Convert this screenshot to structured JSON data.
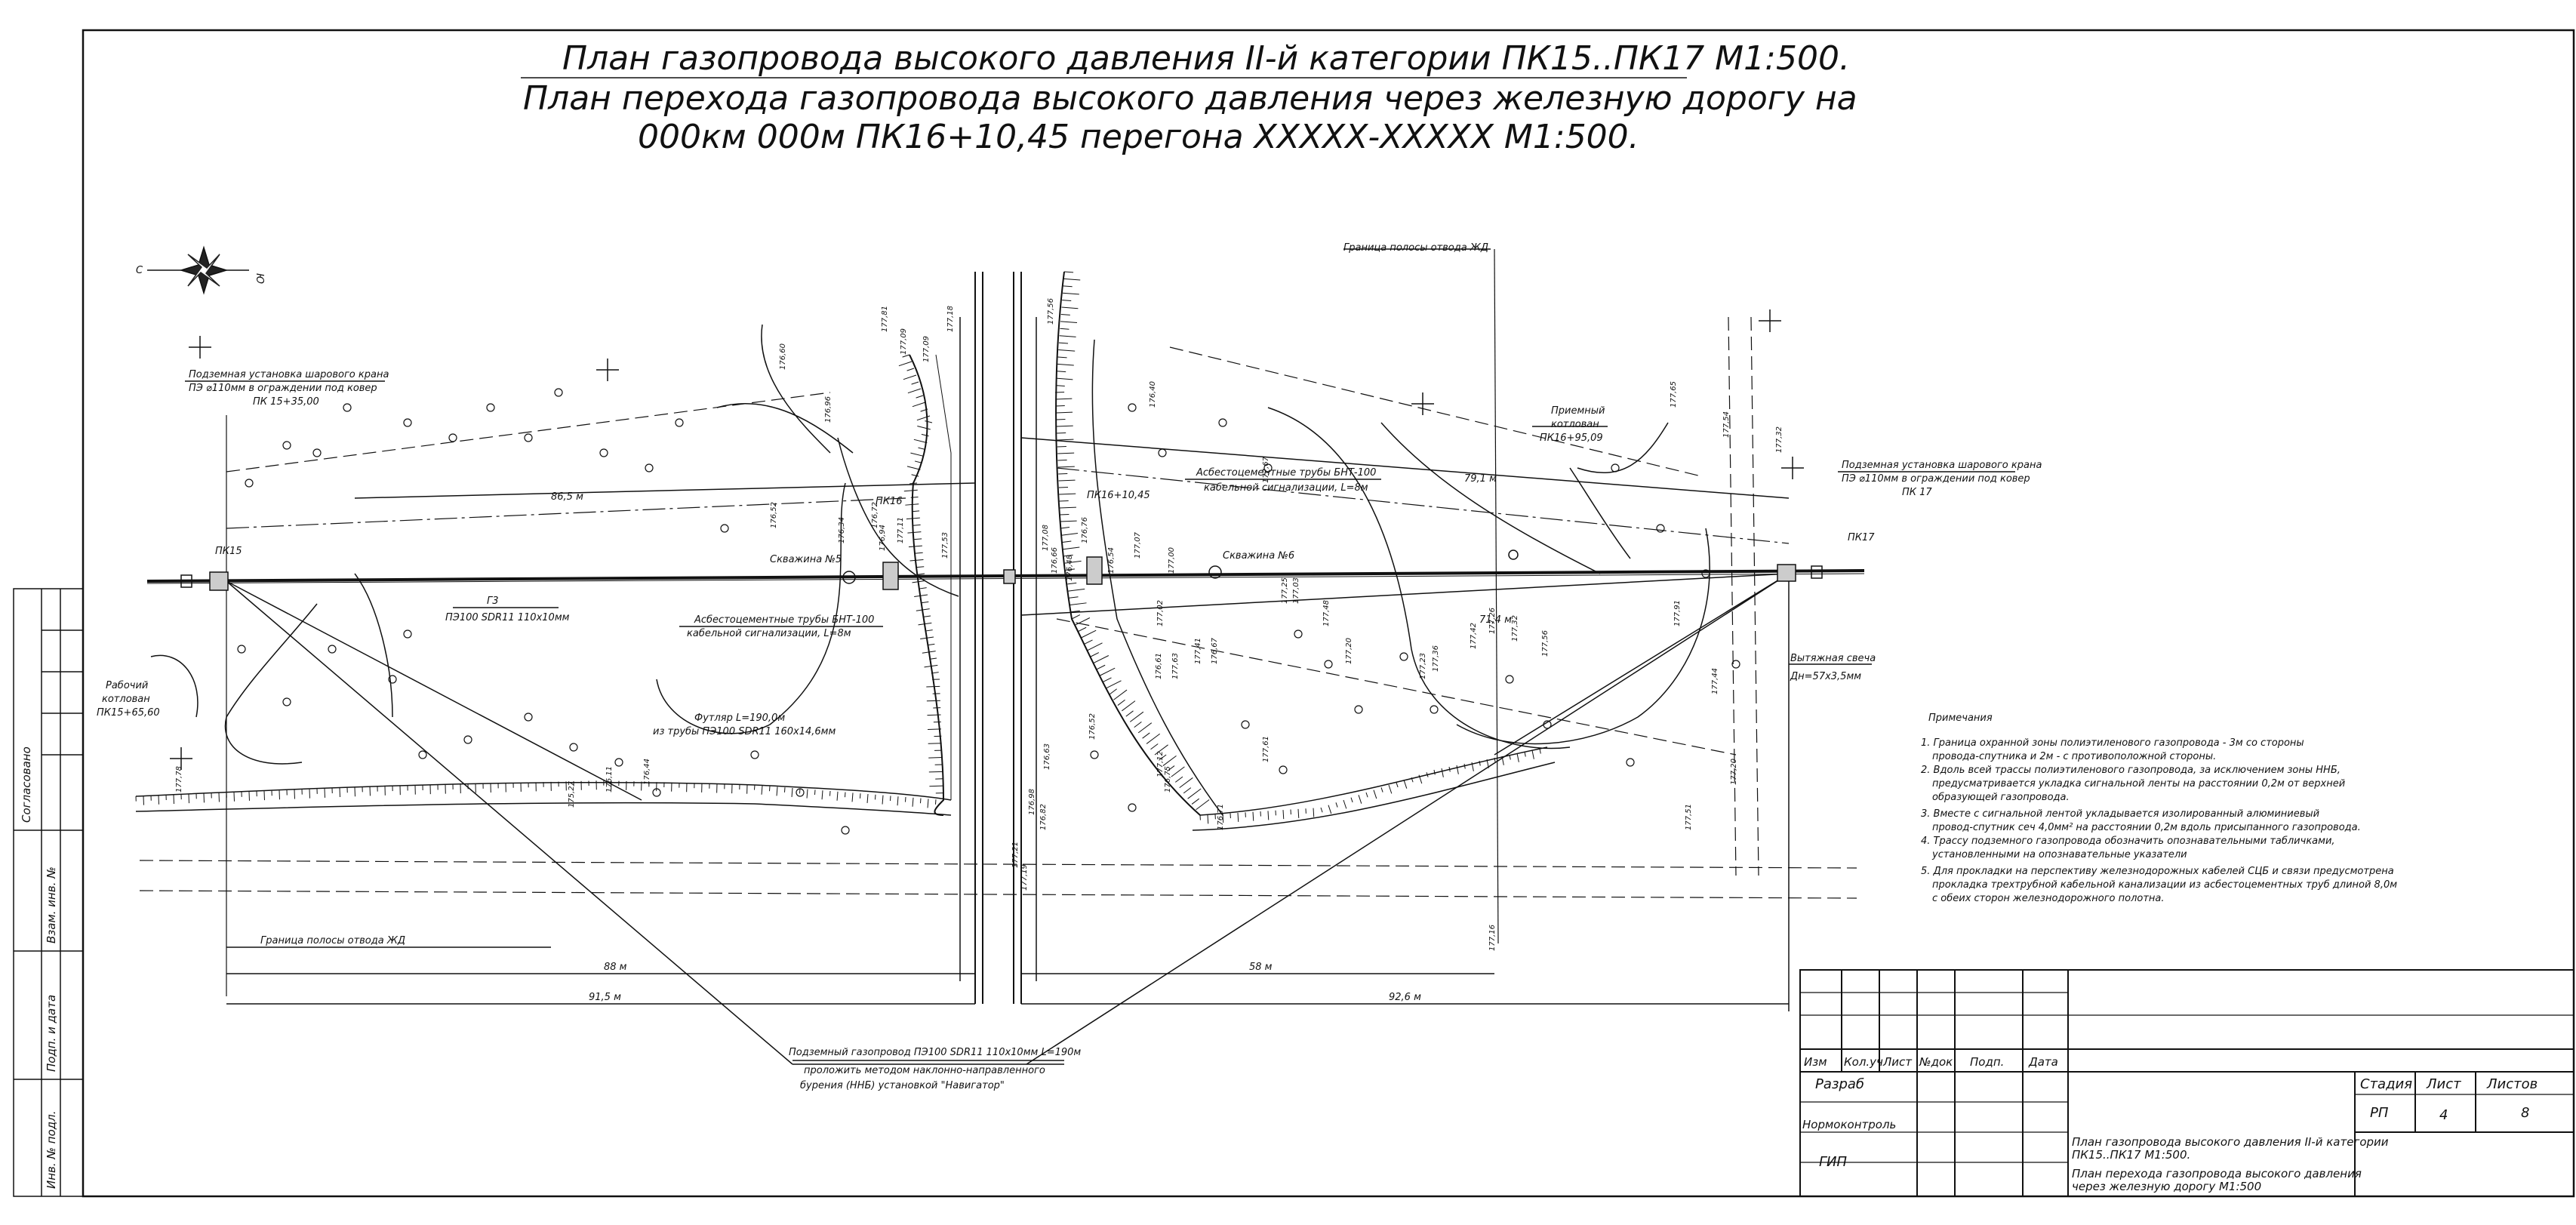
{
  "title": {
    "line1": "План газопровода высокого давления II-й категории ПК15..ПК17   М1:500.",
    "line2": "План перехода газопровода высокого давления через железную дорогу на",
    "line3": "000км 000м ПК16+10,45 перегона ХХХХХ-ХХХХХ М1:500."
  },
  "compass": {
    "left": "С",
    "right": "Ю"
  },
  "labels": {
    "border_top": "Граница полосы отвода ЖД",
    "border_bottom": "Граница полосы отвода ЖД",
    "valve_left_1": "Подземная установка шарового крана",
    "valve_left_2": "ПЭ  ⌀110мм в ограждении под ковер",
    "valve_left_3": "ПК 15+35,00",
    "valve_right_1": "Подземная установка шарового крана",
    "valve_right_2": "ПЭ  ⌀110мм в ограждении под ковер",
    "valve_right_3": "ПК 17",
    "pk15": "ПК15",
    "pk16": "ПК16",
    "pk17": "ПК17",
    "pk16_1045": "ПК16+10,45",
    "pit_work_1": "Рабочий",
    "pit_work_2": "котлован",
    "pit_work_3": "ПК15+65,60",
    "pit_recv_1": "Приемный",
    "pit_recv_2": "котлован",
    "pit_recv_3": "ПК16+95,09",
    "well5": "Скважина №5",
    "well6": "Скважина №6",
    "g3": "Г3",
    "g3_pipe": "ПЭ100 SDR11 110х10мм",
    "asb_left_1": "Асбестоцементные трубы БНТ-100",
    "asb_left_2": "кабельной сигнализации, L=8м",
    "asb_right_1": "Асбестоцементные трубы БНТ-100",
    "asb_right_2": "кабельной сигнализации, L=8м",
    "case_1": "Футляр L=190,0м",
    "case_2": "из трубы ПЭ100 SDR11 160х14,6мм",
    "vent_1": "Вытяжная свеча",
    "vent_2": "Дн=57х3,5мм",
    "d865": "86,5 м",
    "d791": "79,1 м",
    "d714": "71,4 м",
    "d88": "88 м",
    "d58": "58 м",
    "d915": "91,5 м",
    "d926": "92,6 м",
    "bore_1": "Подземный газопровод ПЭ100 SDR11 110х10мм  L=190м",
    "bore_2": "проложить методом наклонно-направленного",
    "bore_3": "бурения (ННБ) установкой \"Навигатор\""
  },
  "notes": {
    "title": "Примечания",
    "items": [
      "1. Граница охранной зоны полиэтиленового газопровода - 3м со стороны",
      "провода-спутника и 2м - с противоположной стороны.",
      "2. Вдоль всей трассы полиэтиленового газопровода, за исключением зоны ННБ,",
      "предусматривается укладка сигнальной ленты на расстоянии 0,2м от верхней",
      "образующей газопровода.",
      "3. Вместе с сигнальной лентой укладывается изолированный алюминиевый",
      "провод-спутник сеч 4,0мм² на расстоянии 0,2м вдоль присыпанного газопровода.",
      "4. Трассу подземного газопровода обозначить опознавательными табличками,",
      "установленными на опознавательные указатели",
      "5. Для прокладки на перспективу железнодорожных кабелей СЦБ и связи предусмотрена",
      "прокладка трехтрубной кабельной канализации из асбестоцементных труб длиной 8,0м",
      "с обеих сторон железнодорожного полотна."
    ]
  },
  "elevations": [
    "176,60",
    "176,96",
    "177,81",
    "177,09",
    "177,09",
    "177,18",
    "177,56",
    "176,52",
    "176,34",
    "176,72",
    "176,94",
    "177,11",
    "177,53",
    "177,08",
    "176,66",
    "176,48",
    "176,76",
    "176,54",
    "177,07",
    "176,40",
    "177,00",
    "177,02",
    "176,61",
    "177,63",
    "177,41",
    "176,67",
    "177,67",
    "177,25",
    "177,03",
    "177,48",
    "177,20",
    "177,23",
    "177,36",
    "177,42",
    "177,26",
    "177,32",
    "177,56",
    "177,65",
    "177,54",
    "177,32",
    "177,91",
    "177,44",
    "177,20",
    "177,51",
    "177,16",
    "177,61",
    "176,71",
    "176,75",
    "176,52",
    "176,63",
    "176,82",
    "176,98",
    "177,21",
    "177,19",
    "177,12",
    "176,11",
    "176,44",
    "175,27",
    "177,78"
  ],
  "side_stamp": [
    "Согласовано",
    "Взам. инв. №",
    "Подп. и дата",
    "Инв. № подл."
  ],
  "title_block": {
    "col_headers": [
      "Изм",
      "Кол.уч",
      "Лист",
      "№док",
      "Подп.",
      "Дата"
    ],
    "rows": [
      "Разраб",
      "Нормоконтроль",
      "ГИП"
    ],
    "stage_header": "Стадия",
    "sheet_header": "Лист",
    "sheets_header": "Листов",
    "stage": "РП",
    "sheet": "4",
    "sheets": "8",
    "desc_1": "План газопровода высокого давления II-й категории",
    "desc_2": "ПК15..ПК17  М1:500.",
    "desc_3": "План перехода газопровода высокого давления",
    "desc_4": "через железную дорогу   М1:500"
  }
}
